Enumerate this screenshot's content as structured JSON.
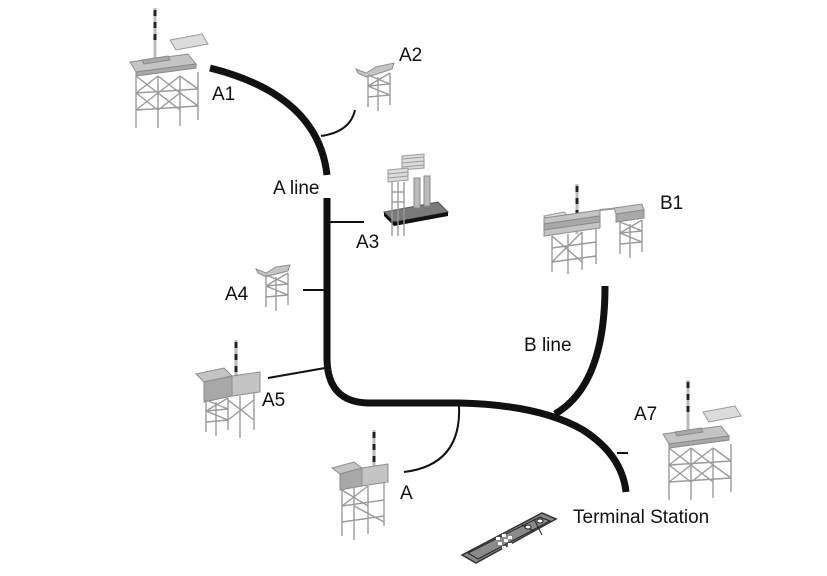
{
  "diagram": {
    "type": "pipeline-network",
    "lines": [
      {
        "id": "a-line",
        "label": "A line"
      },
      {
        "id": "b-line",
        "label": "B line"
      }
    ],
    "platforms": [
      {
        "id": "A1",
        "label": "A1",
        "kind": "platform-with-flare"
      },
      {
        "id": "A2",
        "label": "A2",
        "kind": "small-jacket"
      },
      {
        "id": "A3",
        "label": "A3",
        "kind": "gravity-base"
      },
      {
        "id": "A4",
        "label": "A4",
        "kind": "small-jacket"
      },
      {
        "id": "A5",
        "label": "A5",
        "kind": "platform-with-flare"
      },
      {
        "id": "A",
        "label": "A",
        "kind": "platform-with-flare"
      },
      {
        "id": "A7",
        "label": "A7",
        "kind": "platform-with-flare"
      },
      {
        "id": "B1",
        "label": "B1",
        "kind": "bridged-platforms"
      }
    ],
    "terminal": {
      "label": "Terminal Station"
    },
    "colors": {
      "pipeline": "#111111",
      "structure": "#9a9a9a",
      "deck": "#c4c4c4"
    }
  }
}
